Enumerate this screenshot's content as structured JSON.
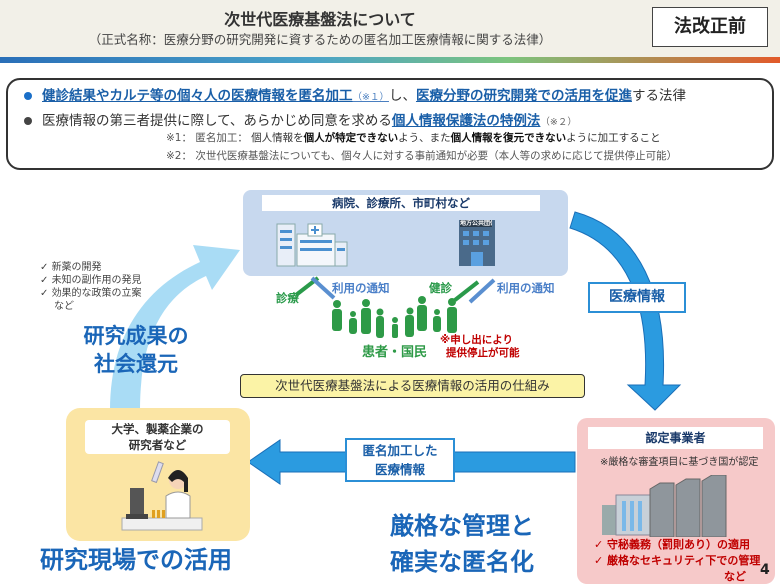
{
  "header": {
    "title": "次世代医療基盤法について",
    "subtitle": "（正式名称：医療分野の研究開発に資するための匿名加工医療情報に関する法律）",
    "badge": "法改正前"
  },
  "summary": {
    "bullet1": {
      "part1": "健診結果やカルテ等の個々人の医療情報を匿名加工",
      "ref": "（※１）",
      "part2": "し、",
      "part3": "医療分野の研究開発での活用を促進",
      "part4": "する法律"
    },
    "bullet2": {
      "part1": "医療情報の第三者提供に際して、あらかじめ同意を求める",
      "part2": "個人情報保護法の特例法",
      "ref": "（※２）"
    },
    "note1": {
      "head": "※1：  匿名加工：  ",
      "a": "個人情報を",
      "b": "個人が特定できない",
      "c": "よう、また",
      "d": "個人情報を復元できない",
      "e": "ように加工すること"
    },
    "note2": "※2：  次世代医療基盤法についても、個々人に対する事前通知が必要（本人等の求めに応じて提供停止可能）",
    "colors": {
      "bullet1": "#1a6fc8",
      "bullet2": "#444444"
    }
  },
  "diagram": {
    "hospital_label": "病院、診療所、市町村など",
    "municipal_sign": "地方公共団体",
    "checks": [
      "新薬の開発",
      "未知の副作用の発見",
      "効果的な政策の立案",
      "など"
    ],
    "social_return": [
      "研究成果の",
      "社会還元"
    ],
    "shinryo": "診療",
    "kenshin": "健診",
    "notice1": "利用の通知",
    "notice2": "利用の通知",
    "patients": "患者・国民",
    "opt_out": [
      "※申し出により",
      "提供停止が可能"
    ],
    "medical_info": "医療情報",
    "mechanism": "次世代医療基盤法による医療情報の活用の仕組み",
    "researchers": [
      "大学、製薬企業の",
      "研究者など"
    ],
    "anon_info": [
      "匿名加工した",
      "医療情報"
    ],
    "certified": "認定事業者",
    "certified_note": "※厳格な審査項目に基づき国が認定",
    "duties": [
      "✓ 守秘義務（罰則あり）の適用",
      "✓ 厳格なセキュリティ下での管理",
      "など"
    ],
    "research_use": "研究現場での活用",
    "strict": [
      "厳格な管理と",
      "確実な匿名化"
    ],
    "page": "4"
  }
}
